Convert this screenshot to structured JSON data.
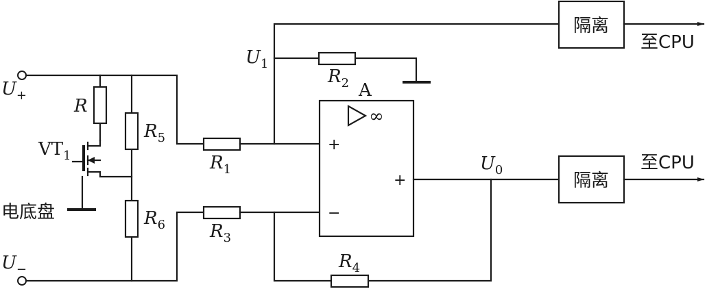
{
  "components": {
    "r": {
      "name": "R",
      "sub": ""
    },
    "r5": {
      "name": "R",
      "sub": "5"
    },
    "r6": {
      "name": "R",
      "sub": "6"
    },
    "r1": {
      "name": "R",
      "sub": "1"
    },
    "r2": {
      "name": "R",
      "sub": "2"
    },
    "r3": {
      "name": "R",
      "sub": "3"
    },
    "r4": {
      "name": "R",
      "sub": "4"
    },
    "vt1": {
      "name": "VT",
      "sub": "1"
    },
    "amp": {
      "name": "A",
      "symbol": "∞",
      "plus": "+",
      "minus": "−",
      "out_sign": "+"
    }
  },
  "terminals": {
    "u_plus": {
      "name": "U",
      "sub": "+"
    },
    "u_minus": {
      "name": "U",
      "sub": "−"
    },
    "chassis": "电底盘"
  },
  "nodes": {
    "u1": {
      "name": "U",
      "sub": "1"
    },
    "u0": {
      "name": "U",
      "sub": "0"
    }
  },
  "isolators": {
    "top": {
      "label": "隔离",
      "output": "至CPU"
    },
    "bottom": {
      "label": "隔离",
      "output": "至CPU"
    }
  }
}
